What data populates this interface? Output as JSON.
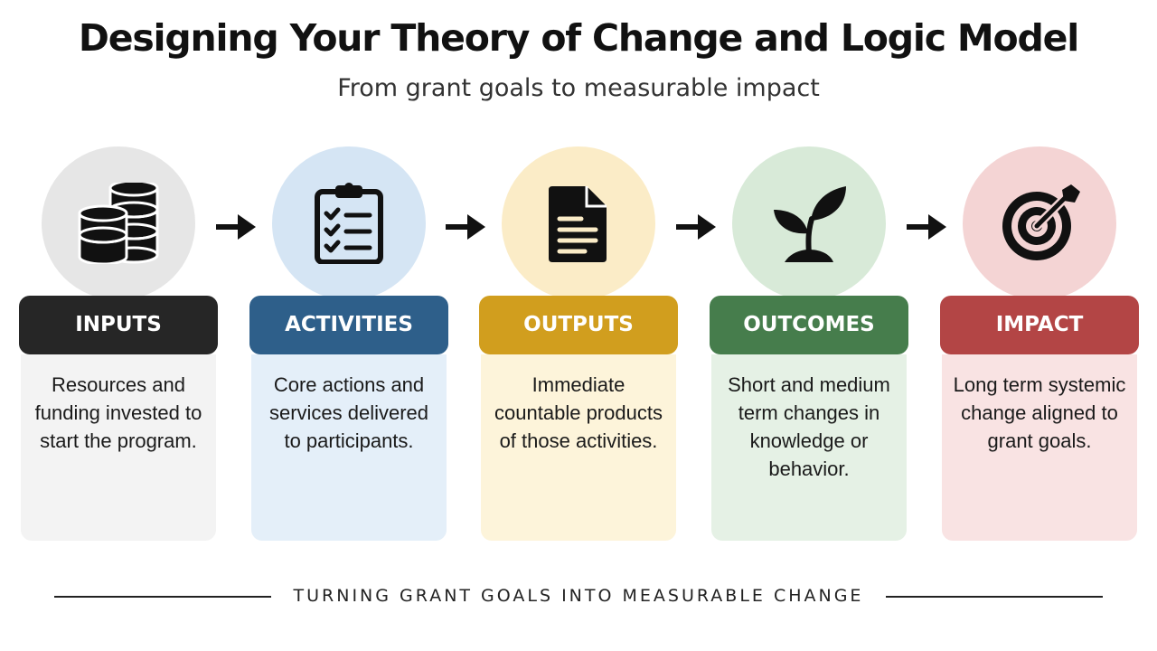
{
  "title": "Designing Your Theory of Change and Logic Model",
  "subtitle": "From grant goals to measurable impact",
  "stages": [
    {
      "label": "INPUTS",
      "description": "Resources and funding invested to start the program.",
      "icon": "coins-stack-icon",
      "color": "#262626",
      "card_color": "#f3f3f3",
      "circle_color": "#e6e6e6"
    },
    {
      "label": "ACTIVITIES",
      "description": "Core actions and services delivered to participants.",
      "icon": "clipboard-checklist-icon",
      "color": "#2e5f8a",
      "card_color": "#e4eff9",
      "circle_color": "#d5e5f4"
    },
    {
      "label": "OUTPUTS",
      "description": "Immediate countable products of those activities.",
      "icon": "document-icon",
      "color": "#d19e1e",
      "card_color": "#fdf4da",
      "circle_color": "#fbecc7"
    },
    {
      "label": "OUTCOMES",
      "description": "Short and medium term changes in knowledge or behavior.",
      "icon": "sprout-icon",
      "color": "#467d4c",
      "card_color": "#e5f1e5",
      "circle_color": "#d8ead8"
    },
    {
      "label": "IMPACT",
      "description": "Long term systemic change aligned to grant goals.",
      "icon": "target-icon",
      "color": "#b34545",
      "card_color": "#f9e3e3",
      "circle_color": "#f4d4d4"
    }
  ],
  "footer": "TURNING GRANT GOALS INTO MEASURABLE CHANGE"
}
